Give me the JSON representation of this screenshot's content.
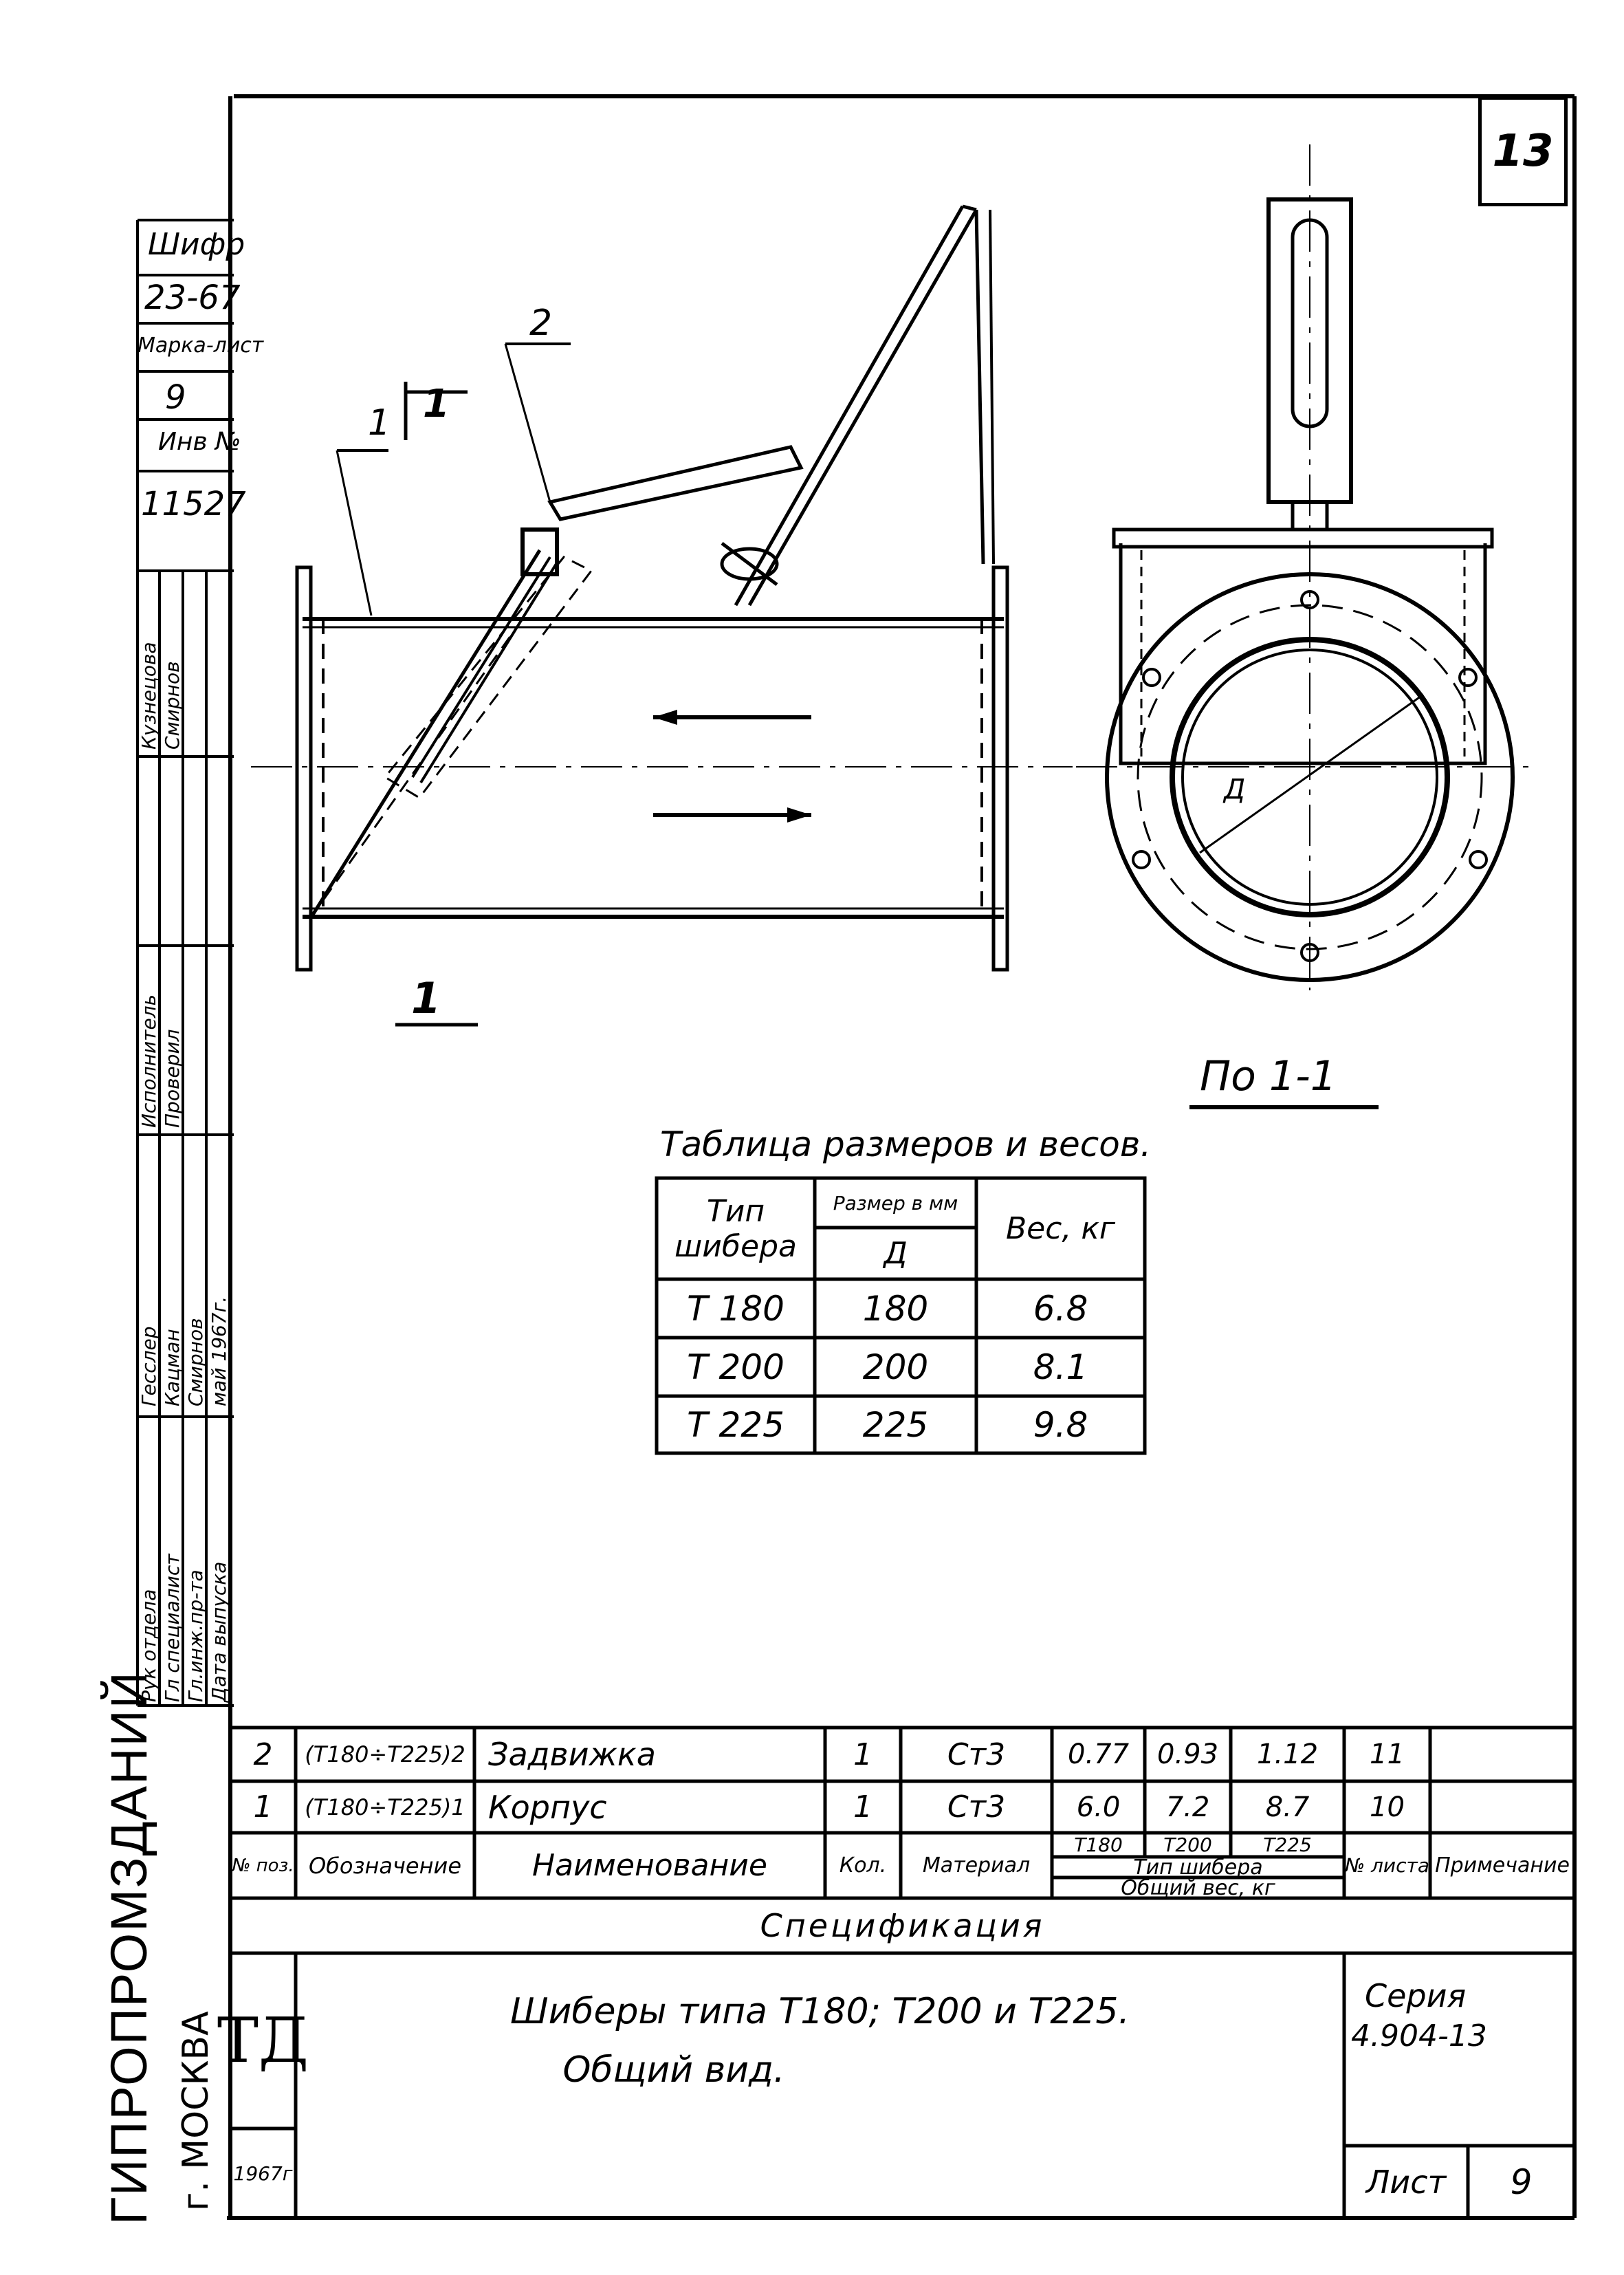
{
  "sheet_number": "13",
  "side_stamp": {
    "shifr_label": "Шифр",
    "shifr_value": "23-67",
    "marka_label": "Марка-лист",
    "marka_value": "9",
    "inv_label": "Инв №",
    "inv_value": "11527",
    "col1": [
      "Рук отдела",
      "Гесслер",
      "Исполнитель",
      "Кузнецова"
    ],
    "col2": [
      "Гл специалист",
      "Кацман",
      "Проверил",
      "Смирнов"
    ],
    "col3": [
      "Гл.инж.пр-та",
      "Смирнов"
    ],
    "col4": [
      "Дата выпуска",
      "май 1967г."
    ]
  },
  "organization": "ГИПРОПРОМЗДАНИЙ",
  "city": "г. МОСКВА",
  "drawing": {
    "leader_1": "1",
    "leader_2": "2",
    "section_mark_top": "1",
    "section_mark_bottom": "1",
    "view_label": "По 1-1",
    "diameter_label": "Д"
  },
  "size_table": {
    "title": "Таблица размеров и весов.",
    "header_type": "Тип шибера",
    "header_size": "Размер в мм",
    "header_d": "Д",
    "header_weight": "Вес, кг",
    "rows": [
      {
        "type": "Т 180",
        "d": "180",
        "w": "6.8"
      },
      {
        "type": "Т 200",
        "d": "200",
        "w": "8.1"
      },
      {
        "type": "Т 225",
        "d": "225",
        "w": "9.8"
      }
    ]
  },
  "spec": {
    "rows": [
      {
        "pos": "2",
        "code": "(Т180÷Т225)2",
        "name": "Задвижка",
        "qty": "1",
        "mat": "Ст3",
        "w1": "0.77",
        "w2": "0.93",
        "w3": "1.12",
        "sheet": "11",
        "note": ""
      },
      {
        "pos": "1",
        "code": "(Т180÷Т225)1",
        "name": "Корпус",
        "qty": "1",
        "mat": "Ст3",
        "w1": "6.0",
        "w2": "7.2",
        "w3": "8.7",
        "sheet": "10",
        "note": ""
      }
    ],
    "h_pos": "№ поз.",
    "h_code": "Обозначение",
    "h_name": "Наименование",
    "h_qty": "Кол.",
    "h_mat": "Материал",
    "h_t1": "Т180",
    "h_t2": "Т200",
    "h_t3": "Т225",
    "h_type": "Тип шибера",
    "h_total": "Общий вес, кг",
    "h_sheet": "№ листа",
    "h_note": "Примечание",
    "caption": "Спецификация"
  },
  "title_block": {
    "logo": "ТД",
    "year": "1967г",
    "title1": "Шиберы типа Т180; Т200 и Т225.",
    "title2": "Общий вид.",
    "series_label": "Серия",
    "series_value": "4.904-13",
    "list_label": "Лист",
    "list_value": "9"
  }
}
